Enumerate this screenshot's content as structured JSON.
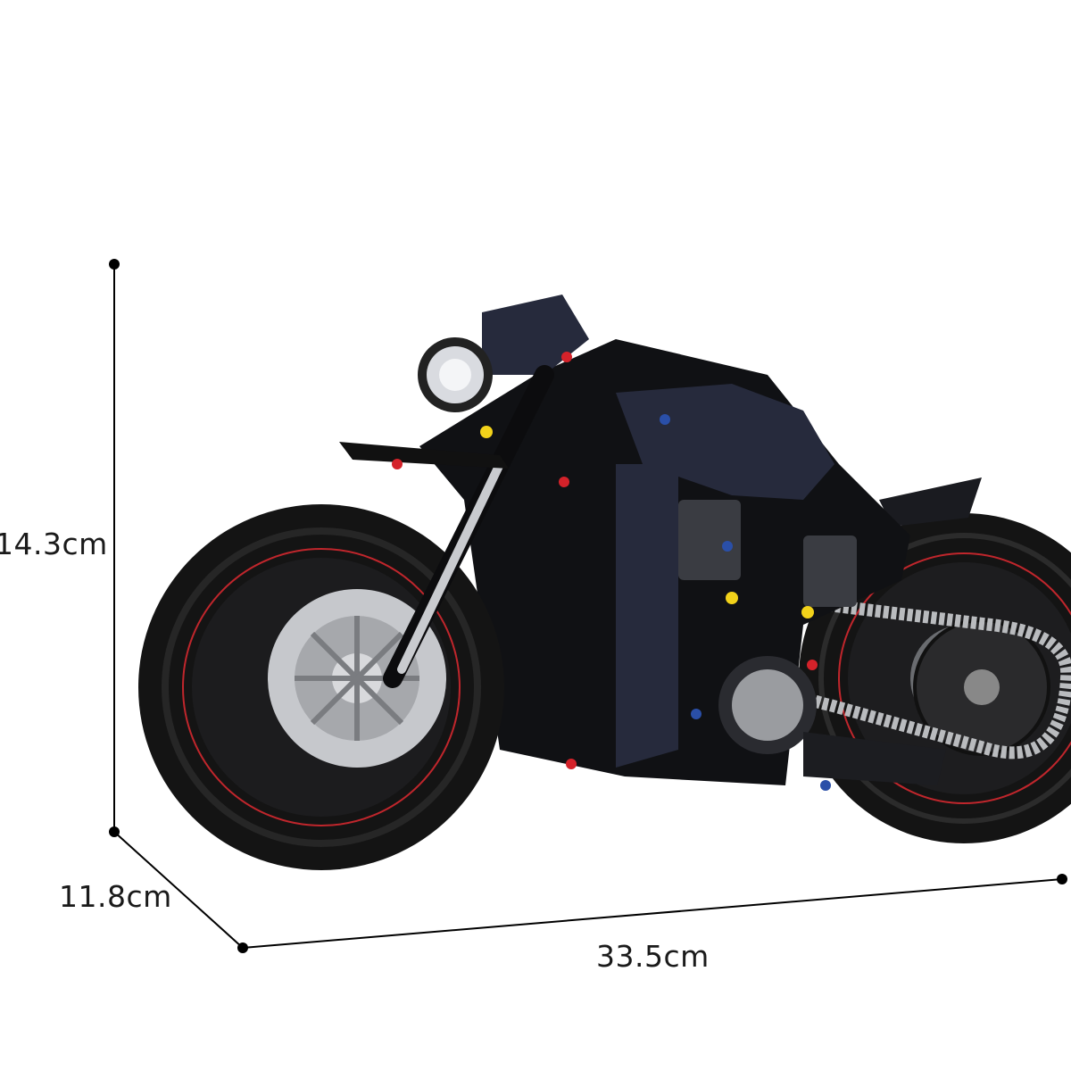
{
  "dimensions": {
    "height": "14.3cm",
    "depth": "11.8cm",
    "width": "33.5cm"
  },
  "colors": {
    "background": "#ffffff",
    "line": "#000000",
    "body": "#262a3c",
    "frame": "#101114",
    "tire": "#141414",
    "rim_stripe": "#c0262c",
    "disc": "#c6c8cc",
    "accent_red": "#d4222a",
    "accent_blue": "#2a4fa8",
    "accent_yellow": "#f2d21a"
  }
}
